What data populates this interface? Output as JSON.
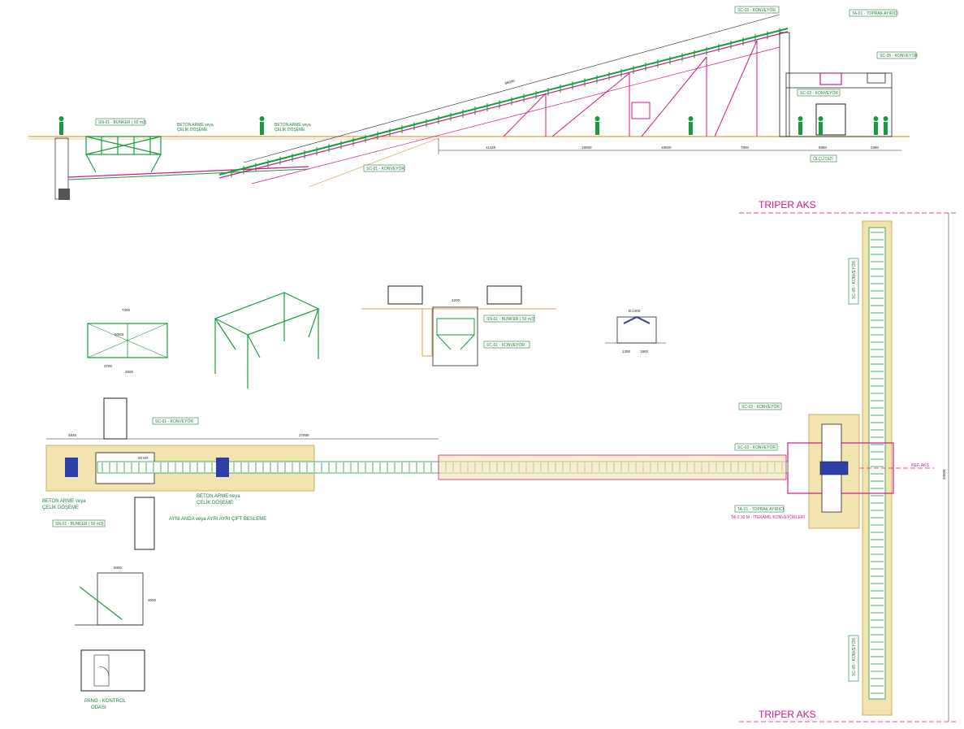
{
  "colors": {
    "steel": "#169c3c",
    "conveyor": "#d4148c",
    "grade": "#e0a040",
    "dim": "#222222",
    "concrete": "#f2e4b0",
    "tag_border": "#1a7f3a"
  },
  "elevation": {
    "tag_sc03": "SC-03 - KONVEYÖR",
    "tag_ta01": "TA-01 - TOPRAK AYIRICI",
    "tag_sc05": "SC-05 - KONVEYÖR",
    "tag_sc03b": "SC-03 - KONVEYÖR",
    "tag_bunker": "SN-01 - BUNKER ( 50 m3)",
    "note_beton1": "BETON ARME veya",
    "note_celik1": "ÇELİK DÖŞEME",
    "note_beton2": "BETON ARME veya",
    "note_celik2": "ÇELİK DÖŞEME",
    "tag_sc01": "SC-01 - KONVEYÖR",
    "tag_bottom": "ÖLÇÜ DİZİ",
    "dim_top": "66000",
    "dims": [
      "11425",
      "18000",
      "18000",
      "7800",
      "5960",
      "2380"
    ]
  },
  "plan": {
    "triper_top": "TRIPER AKS",
    "triper_bottom": "TRIPER AKS",
    "ref_aks": "REF. AKS",
    "tag_sc03_upper": "SC-03 - KONVEYÖR",
    "tag_sc03_lower": "SC-03 - KONVEYÖR",
    "tag_ta01": "TA-01 - TOPRAK AYIRICI",
    "note_triper": "TA-2.30 M - İTEKAMİL KONVEYÖRLERİ",
    "tag_sc01": "SC-01 - KONVEYÖR",
    "bunker_vol": "50 M3",
    "note_beton_left": "BETON ARME veya",
    "note_celik_left": "ÇELİK DÖŞEME",
    "tag_sn01": "SN-01 - BUNKER ( 50 m3)",
    "note_beton_right": "BETON ARME veya",
    "note_celik_right": "ÇELİK DÖŞEME",
    "note_feed": "AYNI ANDA veya AYRI AYRI ÇİFT BESLEME",
    "dim_left": "4925",
    "dim_long": "27899",
    "side_tag_upper": "SC-05 - KONVEYÖR",
    "side_tag_lower": "SC-05 - KONVEYÖR",
    "dim_right": "33600"
  },
  "details": {
    "bunker_plan_w": "7200",
    "bunker_vol": "50M3",
    "bunker_dim_a": "3700",
    "bunker_dim_b": "2500",
    "section_tag1": "SN-01 - BUNKER ( 50 m3)",
    "section_tag2": "SC-01 - KONVEYÖR",
    "section_w": "4200",
    "belt_width": "B:1400",
    "belt_dim_a": "1300",
    "belt_dim_b": "1900",
    "cabin_w": "6000",
    "cabin_h": "3000",
    "pano_label_1": "PANO - KONTROL",
    "pano_label_2": "ODASI"
  }
}
